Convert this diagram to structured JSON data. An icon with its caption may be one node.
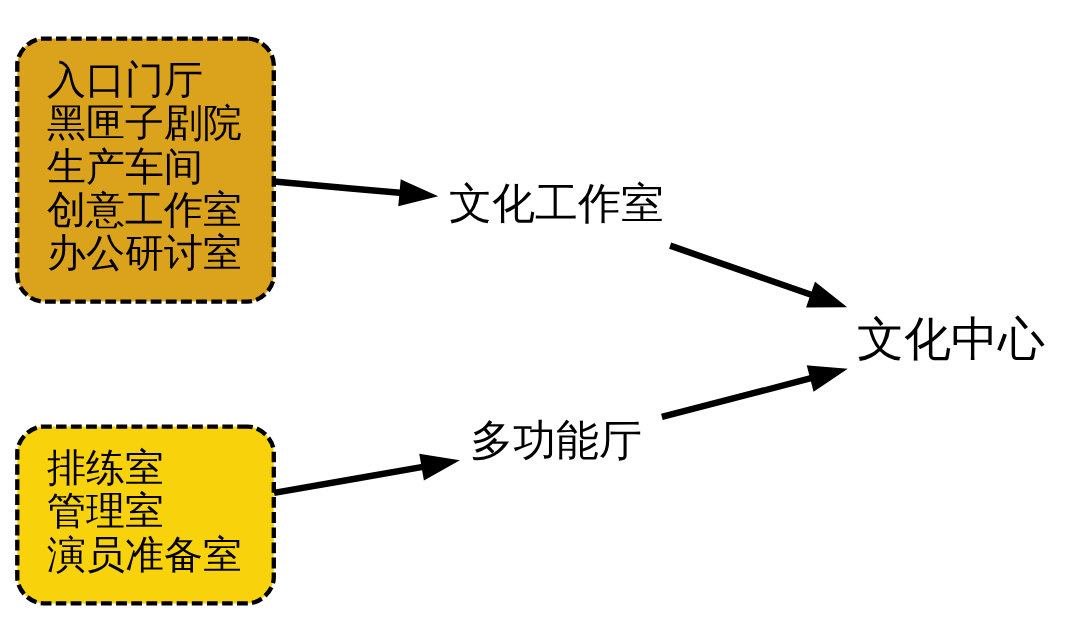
{
  "diagram": {
    "nodes": [
      {
        "text": [
          "入口门厅",
          "黑匣子剧院",
          "生产车间",
          "创意工作室",
          "办公研讨室"
        ]
      },
      {
        "text": [
          "排练室",
          "管理室",
          "演员准备室"
        ]
      },
      {
        "text": [
          "文化工作室"
        ]
      },
      {
        "text": [
          "多功能厅"
        ]
      },
      {
        "text": [
          "文化中心"
        ]
      }
    ],
    "edges": [
      {
        "from": 0,
        "to": 2,
        "arrow": "to"
      },
      {
        "from": 1,
        "to": 3,
        "arrow": "to"
      },
      {
        "from": 2,
        "to": 4,
        "arrow": "to"
      },
      {
        "from": 3,
        "to": 4,
        "arrow": "to"
      }
    ]
  }
}
